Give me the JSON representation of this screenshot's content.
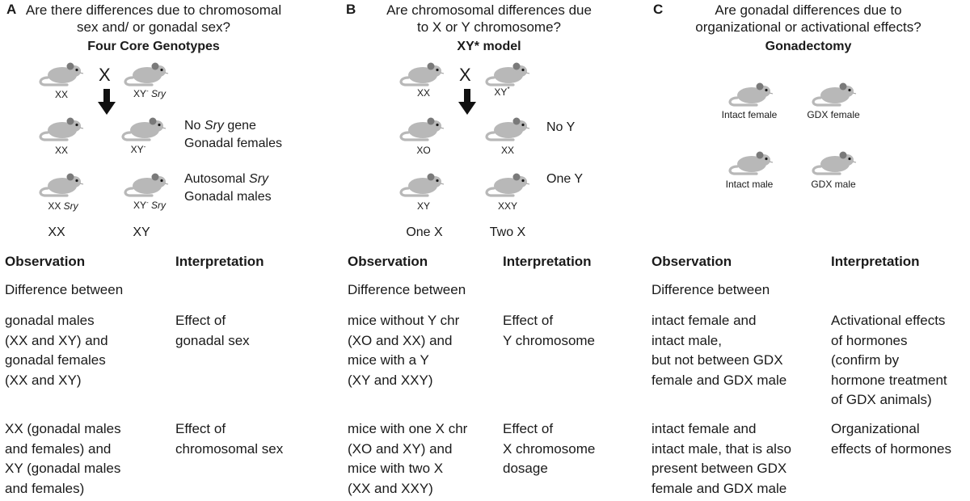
{
  "mouse_color": "#b8b8b8",
  "mouse_dark": "#7a7a7a",
  "panels": [
    {
      "letter": "A",
      "question": "Are there differences due to chromosomal sex and/ or gonadal sex?",
      "model": "Four Core Genotypes",
      "cross": "X",
      "mice": {
        "r1l": "XX",
        "r1r": "XY",
        "r2l": "XX",
        "r2r": "XY",
        "r3l": "XX",
        "r3r": "XY"
      },
      "notes": {
        "n1a": "No",
        "n1b": "Sry",
        "n1c": "gene",
        "n1d": "Gonadal females",
        "n2a": "Autosomal",
        "n2b": "Sry",
        "n2c": "Gonadal males"
      },
      "italic_sry": "Sry",
      "sup_minus": "-",
      "bottom_l": "XX",
      "bottom_r": "XY",
      "obs_header": "Observation",
      "int_header": "Interpretation",
      "diff": "Difference between",
      "obs1": [
        "gonadal males",
        "(XX and XY) and",
        "gonadal females",
        "(XX and XY)"
      ],
      "int1": [
        "Effect of",
        "gonadal sex"
      ],
      "obs2": [
        "XX (gonadal males",
        "and females) and",
        "XY (gonadal males",
        "and females)"
      ],
      "int2": [
        "Effect of",
        "chromosomal sex"
      ]
    },
    {
      "letter": "B",
      "question": "Are chromosomal differences due to X or Y chromosome?",
      "model": "XY* model",
      "cross": "X",
      "mice": {
        "r1l": "XX",
        "r1r": "XY",
        "r2l": "XO",
        "r2r": "XX",
        "r3l": "XY",
        "r3r": "XXY"
      },
      "sup_star": "*",
      "notes": {
        "n1": "No Y",
        "n2": "One Y"
      },
      "bottom_l": "One X",
      "bottom_r": "Two X",
      "obs_header": "Observation",
      "int_header": "Interpretation",
      "diff": "Difference between",
      "obs1": [
        "mice without Y chr",
        "(XO and XX) and",
        "mice with a Y",
        "(XY and XXY)"
      ],
      "int1": [
        "Effect of",
        "Y chromosome"
      ],
      "obs2": [
        "mice with one X chr",
        "(XO and XY) and",
        "mice with two X",
        "(XX and XXY)"
      ],
      "int2": [
        "Effect of",
        "X chromosome",
        "dosage"
      ]
    },
    {
      "letter": "C",
      "question": "Are gonadal differences due to organizational or activational effects?",
      "model": "Gonadectomy",
      "mice": {
        "r1l": "Intact female",
        "r1r": "GDX female",
        "r2l": "Intact male",
        "r2r": "GDX male"
      },
      "obs_header": "Observation",
      "int_header": "Interpretation",
      "diff": "Difference between",
      "obs1": [
        "intact female and",
        "intact male,",
        "but not between GDX",
        "female and GDX male"
      ],
      "int1": [
        "Activational effects",
        "of hormones",
        "(confirm by",
        "hormone treatment",
        "of GDX animals)"
      ],
      "obs2": [
        "intact female and",
        "intact male, that is also",
        "present between GDX",
        "female and GDX male"
      ],
      "int2": [
        "Organizational",
        "effects of hormones"
      ]
    }
  ]
}
